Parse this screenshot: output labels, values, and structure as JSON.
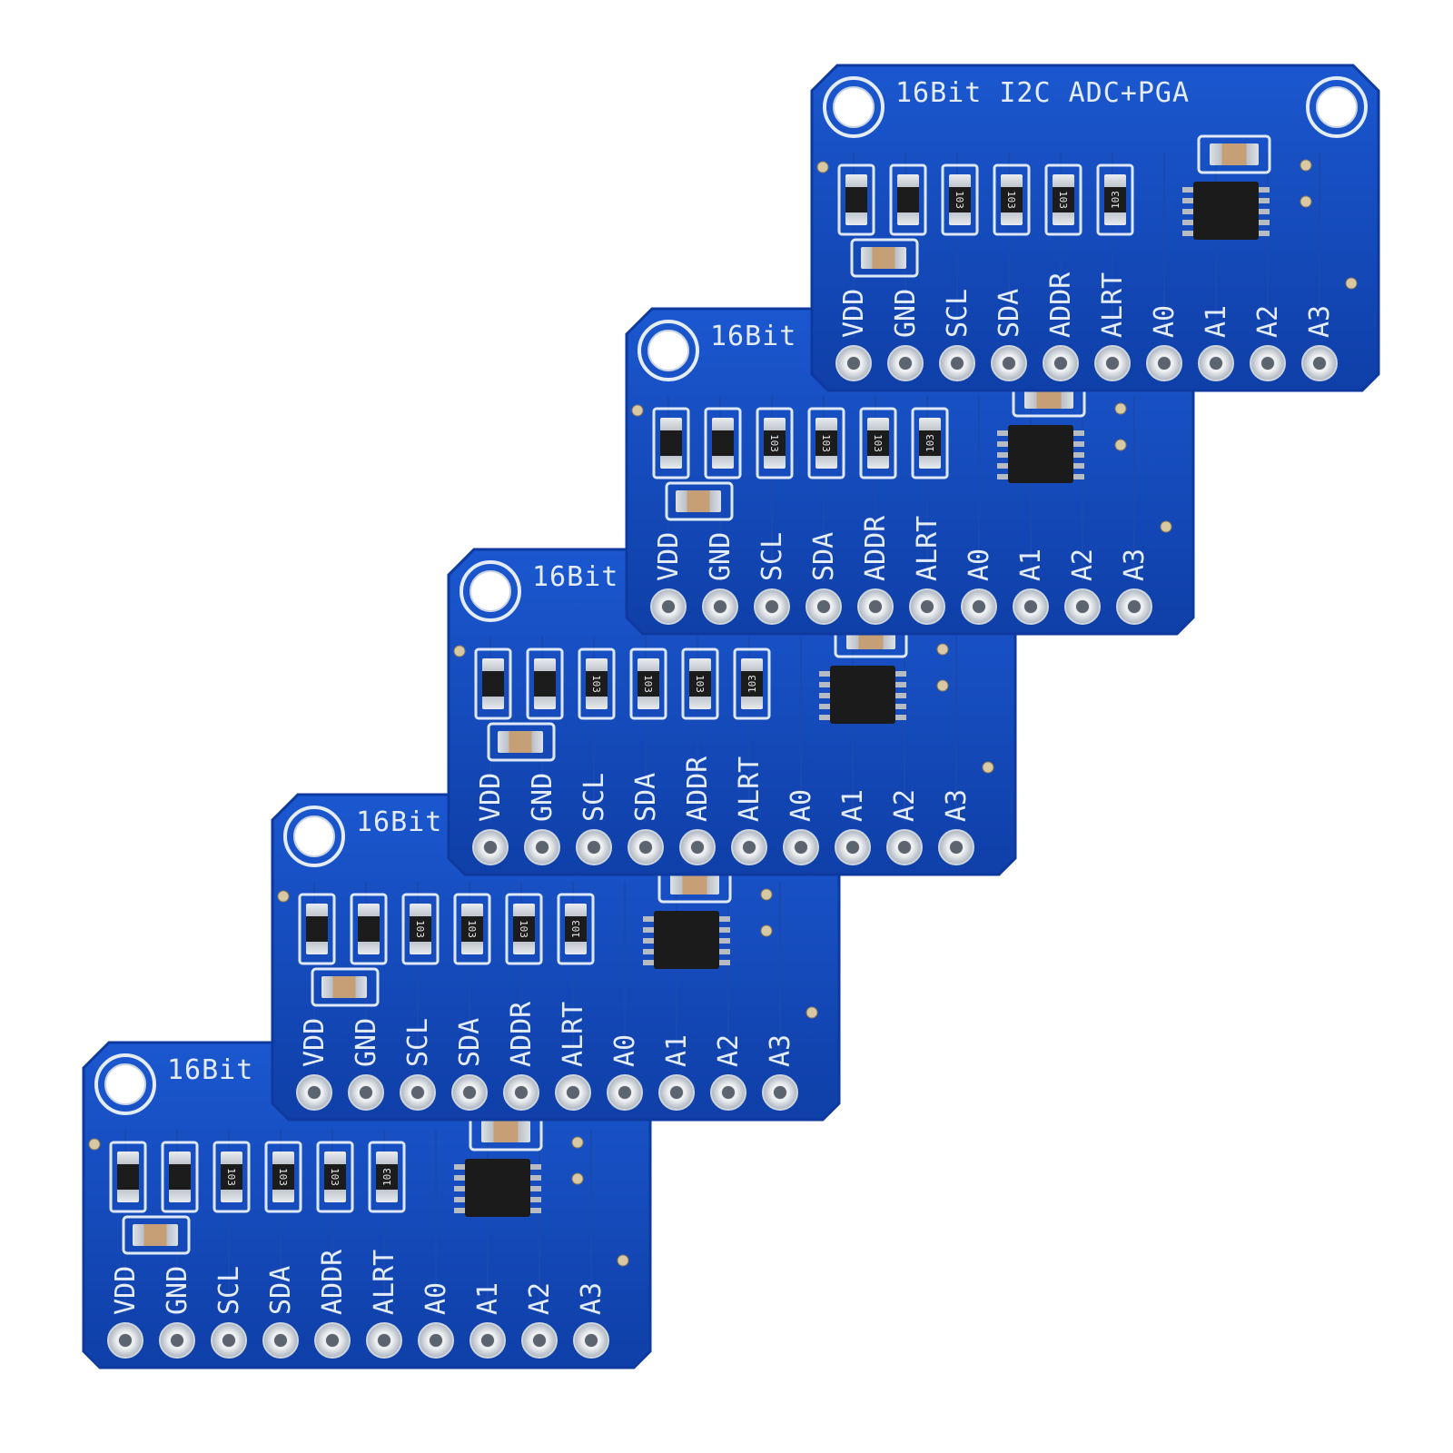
{
  "product": {
    "board_title": "16Bit I2C ADC+PGA",
    "board_title_partial": "16Bit",
    "pin_labels": [
      "VDD",
      "GND",
      "SCL",
      "SDA",
      "ADDR",
      "ALRT",
      "A0",
      "A1",
      "A2",
      "A3"
    ],
    "resistor_code": "103",
    "board_count": 5
  },
  "colors": {
    "pcb": "#1349bd",
    "pcb_edge": "#0e3aa0",
    "silkscreen": "#e4ecf8",
    "chip": "#1b1b1b",
    "pad": "#d9dde2",
    "capacitor": "#c9a27a",
    "background": "#ffffff"
  }
}
